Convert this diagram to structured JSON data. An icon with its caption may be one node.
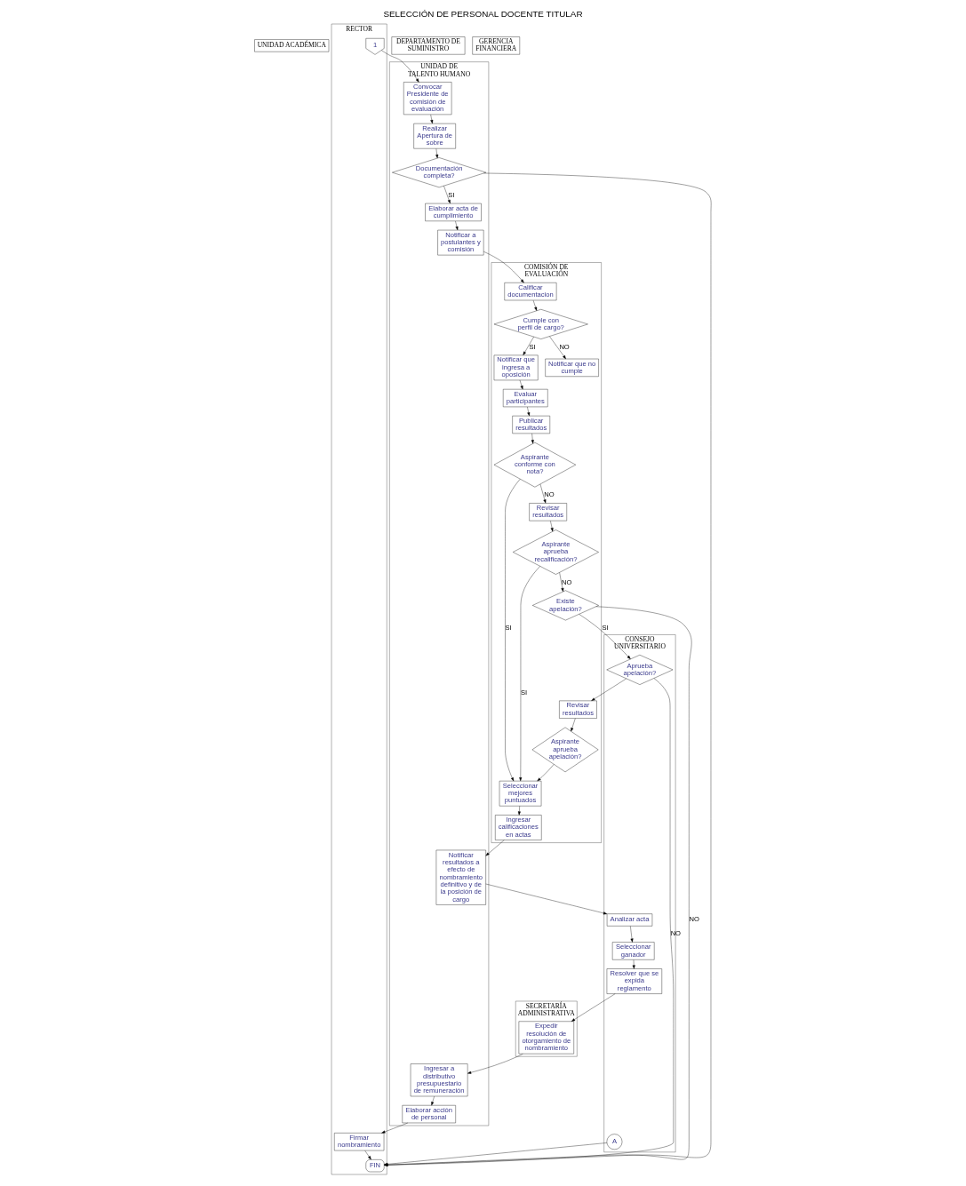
{
  "diagram": {
    "title": "SELECCIÓN DE PERSONAL DOCENTE TITULAR",
    "nodes": [
      {
        "text": [
          "UNIDAD ACADÉMICA"
        ]
      },
      {
        "text": [
          "RECTOR"
        ]
      },
      {
        "text": [
          "CONSEJO UNIVERSITARIO"
        ]
      },
      {
        "text": [
          "UNIDAD DE TALENTO HUMANO"
        ]
      },
      {
        "text": [
          "DEPARTAMENTO DE SUMINISTRO"
        ]
      },
      {
        "text": [
          "COMISIÓN DE EVALUACIÓN"
        ]
      },
      {
        "text": [
          "SECRETARÍA ADMINISTRATIVA"
        ]
      },
      {
        "text": [
          "GERENCIA FINANCIERA"
        ]
      },
      {
        "text": [
          "1"
        ],
        "in": 1
      },
      {
        "text": [
          "Convocar Presidente de comisión de evaluación"
        ],
        "in": 3
      },
      {
        "text": [
          "Realizar Apertura de sobre"
        ],
        "in": 3
      },
      {
        "text": [
          "Documentación completa?"
        ],
        "in": 3
      },
      {
        "text": [
          "Elaborar acta de cumplimiento"
        ],
        "in": 3
      },
      {
        "text": [
          "Notificar a postulantes y comisión"
        ],
        "in": 3
      },
      {
        "text": [
          "Calificar documentacion"
        ],
        "in": 5
      },
      {
        "text": [
          "Cumple con perfil de cargo?"
        ],
        "in": 5
      },
      {
        "text": [
          "Notificar que no cumple"
        ],
        "in": 5
      },
      {
        "text": [
          "Notificar que ingresa a oposición"
        ],
        "in": 5
      },
      {
        "text": [
          "Evaluar participantes"
        ],
        "in": 5
      },
      {
        "text": [
          "Publicar resultados"
        ],
        "in": 5
      },
      {
        "text": [
          "Aspirante conforme con nota?"
        ],
        "in": 5
      },
      {
        "text": [
          "Revisar resultados"
        ],
        "in": 5
      },
      {
        "text": [
          "Aspirante aprueba recalificación?"
        ],
        "in": 5
      },
      {
        "text": [
          "Existe apelación?"
        ],
        "in": 5
      },
      {
        "text": [
          "Aprueba apelación?"
        ],
        "in": 2
      },
      {
        "text": [
          "Revisar resultados"
        ],
        "in": 5
      },
      {
        "text": [
          "Aspirante aprueba apelación?"
        ],
        "in": 5
      },
      {
        "text": [
          "Seleccionar mejores puntuados"
        ],
        "in": 5
      },
      {
        "text": [
          "Ingresar calificaciones en actas"
        ],
        "in": 5
      },
      {
        "text": [
          "Notificar resultados a efecto de nombramiento definitivo y de la posición de cargo"
        ],
        "in": 3
      },
      {
        "text": [
          "Analizar acta"
        ],
        "in": 2
      },
      {
        "text": [
          "Seleccionar ganador"
        ],
        "in": 2
      },
      {
        "text": [
          "Resolver que se expida reglamento"
        ],
        "in": 2
      },
      {
        "text": [
          "Expedir resolución de otorgamiento de nombramiento"
        ],
        "in": 6
      },
      {
        "text": [
          "Ingresar a distributivo presupuestario de remuneración"
        ],
        "in": 3
      },
      {
        "text": [
          "Elaborar acción de personal"
        ],
        "in": 3
      },
      {
        "text": [
          "Firmar nombramiento"
        ],
        "in": 1
      },
      {
        "text": [
          "A"
        ],
        "in": 2
      },
      {
        "text": [
          "FIN"
        ],
        "in": 1
      }
    ],
    "edges": [
      {
        "from": 8,
        "to": 9,
        "arrow": "to"
      },
      {
        "from": 9,
        "to": 10,
        "arrow": "to"
      },
      {
        "from": 10,
        "to": 11,
        "arrow": "to"
      },
      {
        "from": 11,
        "to": 12,
        "arrow": "to",
        "label": "SI"
      },
      {
        "from": 11,
        "to": 38,
        "arrow": "to"
      },
      {
        "from": 12,
        "to": 13,
        "arrow": "to"
      },
      {
        "from": 13,
        "to": 14,
        "arrow": "to"
      },
      {
        "from": 14,
        "to": 15,
        "arrow": "to"
      },
      {
        "from": 15,
        "to": 16,
        "arrow": "to",
        "label": "NO"
      },
      {
        "from": 15,
        "to": 17,
        "arrow": "to",
        "label": "SI"
      },
      {
        "from": 17,
        "to": 18,
        "arrow": "to"
      },
      {
        "from": 18,
        "to": 19,
        "arrow": "to"
      },
      {
        "from": 19,
        "to": 20,
        "arrow": "to"
      },
      {
        "from": 20,
        "to": 21,
        "arrow": "to",
        "label": "NO"
      },
      {
        "from": 20,
        "to": 27,
        "arrow": "to",
        "label": "SI"
      },
      {
        "from": 21,
        "to": 22,
        "arrow": "to"
      },
      {
        "from": 22,
        "to": 27,
        "arrow": "to",
        "label": "SI"
      },
      {
        "from": 22,
        "to": 23,
        "arrow": "to",
        "label": "NO"
      },
      {
        "from": 23,
        "to": 38,
        "arrow": "to",
        "label": "NO"
      },
      {
        "from": 23,
        "to": 24,
        "arrow": "to",
        "label": "SI"
      },
      {
        "from": 24,
        "to": 38,
        "arrow": "to",
        "label": "NO"
      },
      {
        "from": 24,
        "to": 25,
        "arrow": "to"
      },
      {
        "from": 25,
        "to": 26,
        "arrow": "to"
      },
      {
        "from": 26,
        "to": 27,
        "arrow": "to"
      },
      {
        "from": 27,
        "to": 28,
        "arrow": "to"
      },
      {
        "from": 28,
        "to": 29,
        "arrow": "to"
      },
      {
        "from": 29,
        "to": 30,
        "arrow": "to"
      },
      {
        "from": 30,
        "to": 31,
        "arrow": "to"
      },
      {
        "from": 31,
        "to": 32,
        "arrow": "to"
      },
      {
        "from": 32,
        "to": 33,
        "arrow": "to"
      },
      {
        "from": 33,
        "to": 34,
        "arrow": "to"
      },
      {
        "from": 34,
        "to": 35,
        "arrow": "to"
      },
      {
        "from": 35,
        "to": 36,
        "arrow": "to"
      },
      {
        "from": 36,
        "to": 38,
        "arrow": "to"
      },
      {
        "from": 37,
        "to": 38,
        "arrow": "to"
      }
    ]
  }
}
